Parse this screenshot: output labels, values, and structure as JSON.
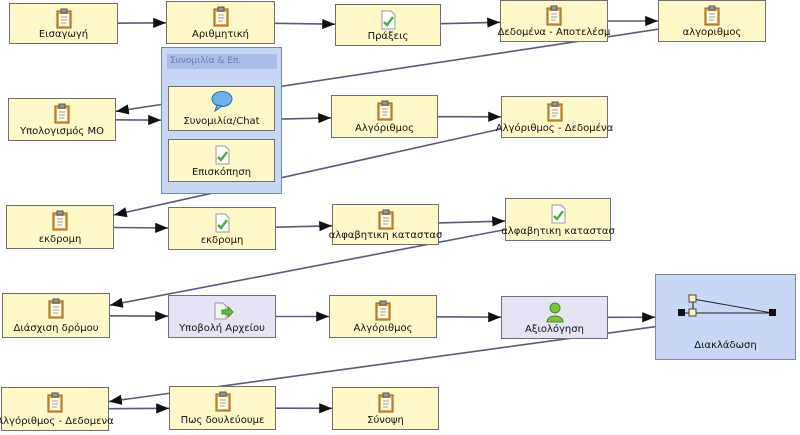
{
  "nodes": {
    "n1": {
      "label": "Εισαγωγή",
      "icon": "notepad-icon"
    },
    "n2": {
      "label": "Αριθμητική",
      "icon": "notepad-icon"
    },
    "n3": {
      "label": "Πράξεις",
      "icon": "check-document-icon"
    },
    "n4": {
      "label": "Δεδομένα - Αποτελέσμ",
      "icon": "notepad-icon"
    },
    "n5": {
      "label": "αλγοριθμος",
      "icon": "notepad-icon"
    },
    "n6": {
      "label": "Υπολογισμός ΜΟ",
      "icon": "notepad-icon"
    },
    "n7": {
      "label": "Αλγόριθμος",
      "icon": "notepad-icon"
    },
    "n8": {
      "label": "Αλγόριθμος - Δεδομένα",
      "icon": "notepad-icon"
    },
    "n9": {
      "label": "εκδρομη",
      "icon": "notepad-icon"
    },
    "n10": {
      "label": "εκδρομη",
      "icon": "check-document-icon"
    },
    "n11": {
      "label": "αλφαβητικη καταστασ",
      "icon": "notepad-icon"
    },
    "n12": {
      "label": "αλφαβητικη καταστασ",
      "icon": "check-document-icon"
    },
    "n13": {
      "label": "Διάσχιση δρόμου",
      "icon": "notepad-icon"
    },
    "n14": {
      "label": "Υποβολή Αρχείου",
      "icon": "submit-file-icon"
    },
    "n15": {
      "label": "Αλγόριθμος",
      "icon": "notepad-icon"
    },
    "n16": {
      "label": "Αξιολόγηση",
      "icon": "user-icon"
    },
    "n17": {
      "label": "Αλγόριθμος - Δεδομενα",
      "icon": "notepad-icon"
    },
    "n18": {
      "label": "Πως δουλεύουμε",
      "icon": "notepad-icon"
    },
    "n19": {
      "label": "Σύνοψη",
      "icon": "notepad-icon"
    }
  },
  "group": {
    "title": "Συνομιλία & Επ.",
    "items": {
      "chat": {
        "label": "Συνομιλία/Chat",
        "icon": "chat-bubble-icon"
      },
      "overview": {
        "label": "Επισκόπηση",
        "icon": "check-document-icon"
      }
    }
  },
  "branching": {
    "label": "Διακλάδωση",
    "icon": "branching-icon"
  },
  "edges": [
    [
      "n1",
      "n2"
    ],
    [
      "n2",
      "n3"
    ],
    [
      "n3",
      "n4"
    ],
    [
      "n4",
      "n5"
    ],
    [
      "n5",
      "n6"
    ],
    [
      "n6",
      "group"
    ],
    [
      "group",
      "n7"
    ],
    [
      "n7",
      "n8"
    ],
    [
      "n8",
      "n9"
    ],
    [
      "n9",
      "n10"
    ],
    [
      "n10",
      "n11"
    ],
    [
      "n11",
      "n12"
    ],
    [
      "n12",
      "n13"
    ],
    [
      "n13",
      "n14"
    ],
    [
      "n14",
      "n15"
    ],
    [
      "n15",
      "n16"
    ],
    [
      "n16",
      "branching"
    ],
    [
      "branching",
      "n17"
    ],
    [
      "n17",
      "n18"
    ],
    [
      "n18",
      "n19"
    ]
  ],
  "colors": {
    "edge": "#5a5a7a",
    "activity_fill": "#fff8c8",
    "group_fill": "#c8d8f4",
    "submit_fill": "#e4e4f4"
  }
}
